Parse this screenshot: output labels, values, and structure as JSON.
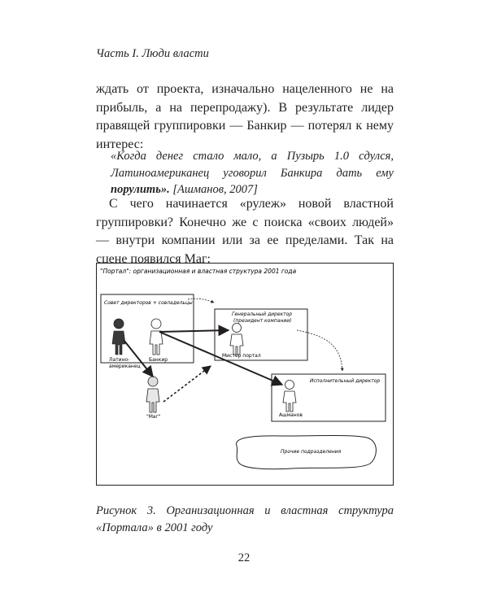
{
  "running_head": "Часть I. Люди власти",
  "paragraph1": "ждать от проекта, изначально нацеленного не на прибыль, а на перепродажу). В результате лидер правящей группировки — Банкир — потерял к нему интерес:",
  "quote": {
    "text": "«Когда денег стало мало, а Пузырь 1.0 сдулся, Латиноамериканец уговорил Банкира дать ему ",
    "emphasis": "порулить",
    "closing": "».",
    "citation": " [Ашманов, 2007]"
  },
  "paragraph2": "С чего начинается «рулеж» новой властной группировки? Конечно же с поиска «своих людей» — внутри компании или за ее пределами. Так на сцене появился Маг:",
  "figure": {
    "title": "\"Портал\": организационная и властная структура 2001 года",
    "box_board": "Совет директоров + совладельцы",
    "box_ceo_line1": "Генеральный директор",
    "box_ceo_line2": "(президент компании)",
    "box_exec": "Исполнительный директор",
    "other_units": "Прочие подразделения",
    "person_latino_line1": "Латино-",
    "person_latino_line2": "американец",
    "person_banker": "Банкир",
    "person_portal": "Мистер портал",
    "person_mag": "\"Маг\"",
    "person_ashmanov": "Ашманов"
  },
  "caption": "Рисунок 3. Организационная и властная структура «Портала» в 2001 году",
  "page_number": "22"
}
